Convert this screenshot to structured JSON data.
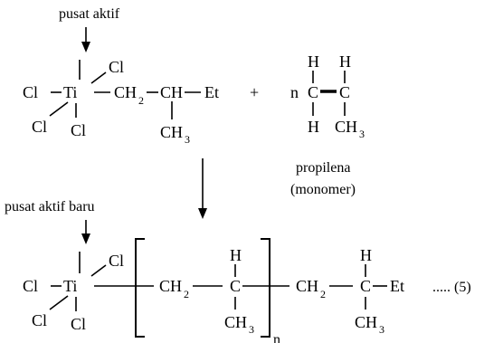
{
  "top": {
    "active_site_label": "pusat aktif",
    "complex": {
      "metal": "Ti",
      "chlorine": "Cl",
      "ch2": "CH",
      "ch2_sub": "2",
      "ch": "CH",
      "et": "Et",
      "ch3": "CH",
      "ch3_sub": "3"
    },
    "plus": "+",
    "coefficient": "n",
    "monomer": {
      "h": "H",
      "c": "C",
      "ch3": "CH",
      "ch3_sub": "3",
      "name": "propilena",
      "role": "(monomer)"
    }
  },
  "bottom": {
    "active_site_label": "pusat aktif baru",
    "complex": {
      "metal": "Ti",
      "chlorine": "Cl",
      "ch2": "CH",
      "ch2_sub": "2",
      "c": "C",
      "h": "H",
      "ch3": "CH",
      "ch3_sub": "3",
      "n": "n",
      "et": "Et"
    },
    "equation_number": "..... (5)"
  }
}
